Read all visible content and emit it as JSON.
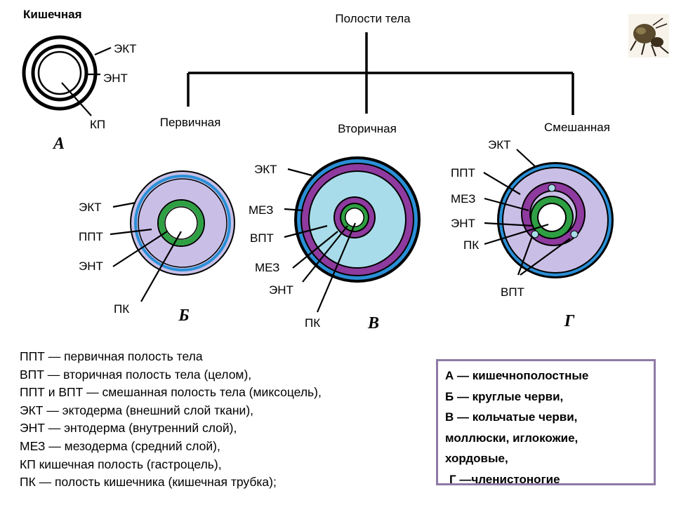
{
  "colors": {
    "primary_cavity": "#c9bfe6",
    "ectoderm_blue": "#2a8fd6",
    "endoderm_green": "#2ea043",
    "mesoderm_purple": "#8e3a9e",
    "secondary_cavity": "#a9dcea",
    "box_border": "#8e7aa6"
  },
  "tree": {
    "root": "Полости тела",
    "branches": [
      "Первичная",
      "Вторичная",
      "Смешанная"
    ]
  },
  "panel_a": {
    "title": "Кишечная",
    "letter": "А",
    "labels": {
      "ekt": "ЭКТ",
      "ent": "ЭНТ",
      "kp": "КП"
    }
  },
  "panel_b": {
    "letter": "Б",
    "labels": {
      "ekt": "ЭКТ",
      "ppt": "ППТ",
      "ent": "ЭНТ",
      "pk": "ПК"
    }
  },
  "panel_v": {
    "letter": "В",
    "labels": {
      "ekt": "ЭКТ",
      "mez": "МЕЗ",
      "vpt": "ВПТ",
      "mez2": "МЕЗ",
      "ent": "ЭНТ",
      "pk": "ПК"
    }
  },
  "panel_g": {
    "letter": "Г",
    "labels": {
      "ekt": "ЭКТ",
      "ppt": "ППТ",
      "mez": "МЕЗ",
      "ent": "ЭНТ",
      "pk": "ПК",
      "vpt": "ВПТ"
    }
  },
  "legend": [
    "ППТ — первичная полость тела",
    "ВПТ — вторичная полость тела (целом),",
    "ППТ и ВПТ — смешанная полость тела (миксоцель),",
    "ЭКТ — эктодерма (внешний слой ткани),",
    "ЭНТ — энтодерма (внутренний слой),",
    "МЕЗ — мезодерма (средний слой),",
    "КП кишечная полость (гастроцель),",
    "ПК — полость кишечника (кишечная трубка);"
  ],
  "taxa": [
    "А — кишечнополостные",
    "Б — круглые черви,",
    "В — кольчатые черви,",
    "моллюски, иглокожие,",
    "хордовые,",
    "Г —членистоногие"
  ]
}
